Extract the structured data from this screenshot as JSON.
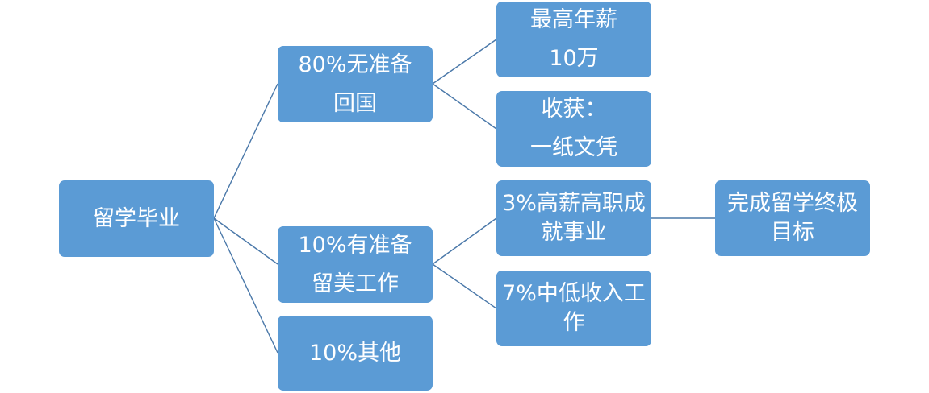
{
  "diagram": {
    "root": {
      "lines": [
        "留学毕业"
      ]
    },
    "branch_a": {
      "lines": [
        "80%无准备",
        "回国"
      ]
    },
    "branch_b": {
      "lines": [
        "10%有准备",
        "留美工作"
      ]
    },
    "branch_c": {
      "lines": [
        "10%其他"
      ]
    },
    "leaf_a1": {
      "lines": [
        "最高年薪",
        "10万"
      ]
    },
    "leaf_a2": {
      "lines": [
        "收获：",
        "一纸文凭"
      ]
    },
    "leaf_b1": {
      "lines": [
        "3%高薪高职成",
        "就事业"
      ]
    },
    "leaf_b2": {
      "lines": [
        "7%中低收入工",
        "作"
      ]
    },
    "goal": {
      "lines": [
        "完成留学终极",
        "目标"
      ]
    }
  },
  "colors": {
    "node_fill": "#5b9bd5",
    "node_text": "#ffffff",
    "connector": "#4a78a9"
  }
}
